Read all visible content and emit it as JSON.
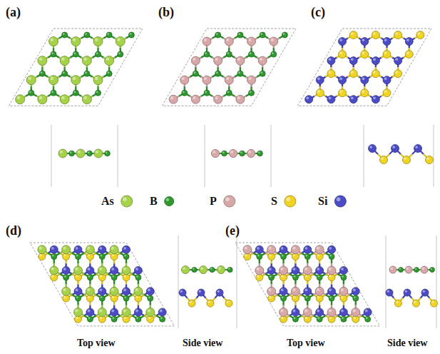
{
  "diagram": {
    "labels": [
      "(a)",
      "(b)",
      "(c)",
      "(d)",
      "(e)",
      "Top view",
      "Side view",
      "Top view",
      "Side view"
    ],
    "legend": [
      {
        "text": "As",
        "color": "#a6d24a"
      },
      {
        "text": "B",
        "color": "#2e9a2e"
      },
      {
        "text": "P",
        "color": "#d8a8a8"
      },
      {
        "text": "S",
        "color": "#f0d424"
      },
      {
        "text": "Si",
        "color": "#4b4bc6"
      }
    ]
  }
}
